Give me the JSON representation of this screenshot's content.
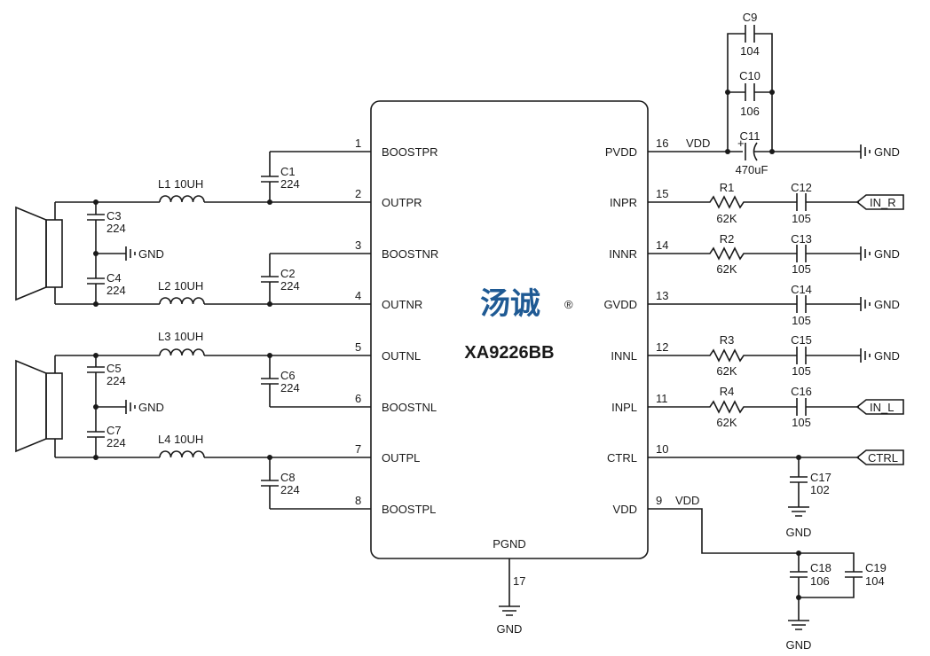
{
  "chip": {
    "brand": "汤诚",
    "brand_mark": "®",
    "part_number": "XA9226BB",
    "bottom_pin_name": "PGND",
    "bottom_pin_number": "17",
    "left_pins": [
      {
        "num": "1",
        "name": "BOOSTPR"
      },
      {
        "num": "2",
        "name": "OUTPR"
      },
      {
        "num": "3",
        "name": "BOOSTNR"
      },
      {
        "num": "4",
        "name": "OUTNR"
      },
      {
        "num": "5",
        "name": "OUTNL"
      },
      {
        "num": "6",
        "name": "BOOSTNL"
      },
      {
        "num": "7",
        "name": "OUTPL"
      },
      {
        "num": "8",
        "name": "BOOSTPL"
      }
    ],
    "right_pins": [
      {
        "num": "16",
        "name": "PVDD"
      },
      {
        "num": "15",
        "name": "INPR"
      },
      {
        "num": "14",
        "name": "INNR"
      },
      {
        "num": "13",
        "name": "GVDD"
      },
      {
        "num": "12",
        "name": "INNL"
      },
      {
        "num": "11",
        "name": "INPL"
      },
      {
        "num": "10",
        "name": "CTRL"
      },
      {
        "num": "9",
        "name": "VDD"
      }
    ]
  },
  "nets": {
    "vdd": "VDD",
    "gnd": "GND",
    "in_r": "IN_R",
    "in_l": "IN_L",
    "ctrl": "CTRL"
  },
  "components": {
    "C1": {
      "ref": "C1",
      "value": "224"
    },
    "C2": {
      "ref": "C2",
      "value": "224"
    },
    "C3": {
      "ref": "C3",
      "value": "224"
    },
    "C4": {
      "ref": "C4",
      "value": "224"
    },
    "C5": {
      "ref": "C5",
      "value": "224"
    },
    "C6": {
      "ref": "C6",
      "value": "224"
    },
    "C7": {
      "ref": "C7",
      "value": "224"
    },
    "C8": {
      "ref": "C8",
      "value": "224"
    },
    "C9": {
      "ref": "C9",
      "value": "104"
    },
    "C10": {
      "ref": "C10",
      "value": "106"
    },
    "C11": {
      "ref": "C11",
      "value": "470uF",
      "polarity": "+"
    },
    "C12": {
      "ref": "C12",
      "value": "105"
    },
    "C13": {
      "ref": "C13",
      "value": "105"
    },
    "C14": {
      "ref": "C14",
      "value": "105"
    },
    "C15": {
      "ref": "C15",
      "value": "105"
    },
    "C16": {
      "ref": "C16",
      "value": "105"
    },
    "C17": {
      "ref": "C17",
      "value": "102"
    },
    "C18": {
      "ref": "C18",
      "value": "106"
    },
    "C19": {
      "ref": "C19",
      "value": "104"
    },
    "L1": {
      "label": "L1 10UH"
    },
    "L2": {
      "label": "L2 10UH"
    },
    "L3": {
      "label": "L3 10UH"
    },
    "L4": {
      "label": "L4 10UH"
    },
    "R1": {
      "ref": "R1",
      "value": "62K"
    },
    "R2": {
      "ref": "R2",
      "value": "62K"
    },
    "R3": {
      "ref": "R3",
      "value": "62K"
    },
    "R4": {
      "ref": "R4",
      "value": "62K"
    }
  }
}
